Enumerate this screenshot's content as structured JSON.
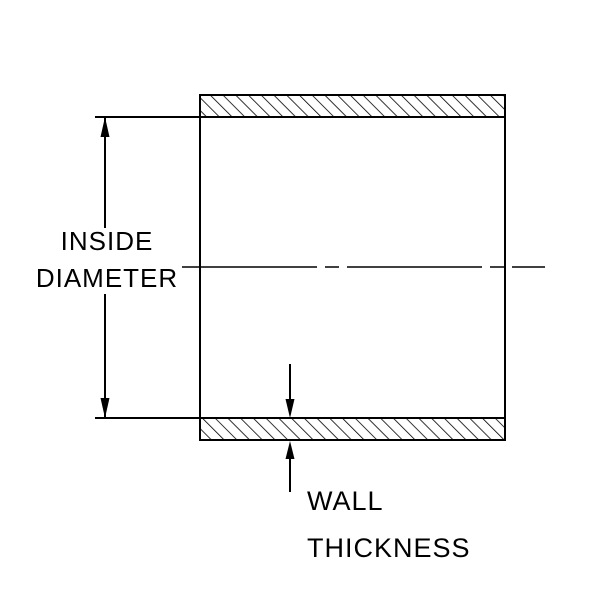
{
  "diagram": {
    "labels": {
      "inside_diameter_line1": "INSIDE",
      "inside_diameter_line2": "DIAMETER",
      "wall_thickness_line1": "WALL",
      "wall_thickness_line2": "THICKNESS"
    },
    "colors": {
      "line": "#000000",
      "background": "#ffffff"
    }
  }
}
